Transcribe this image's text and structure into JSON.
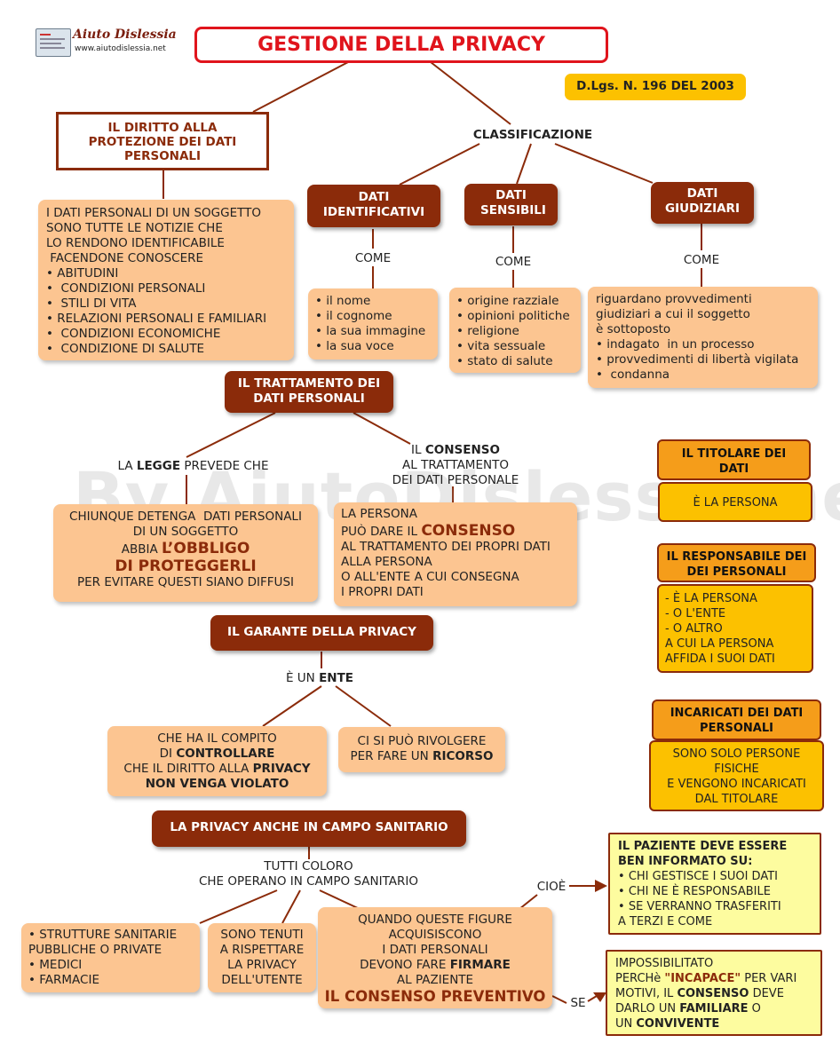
{
  "logo": {
    "brand": "Aiuto Dislessia",
    "url": "www.aiutodislessia.net"
  },
  "title": "GESTIONE DELLA PRIVACY",
  "law": "D.Lgs. N. 196 DEL 2003",
  "watermark": "By AiutoDislessia.net",
  "diritto": {
    "title": "IL DIRITTO ALLA PROTEZIONE DEI DATI PERSONALI",
    "intro": [
      "I DATI PERSONALI DI UN SOGGETTO",
      "SONO TUTTE LE NOTIZIE CHE",
      "LO RENDONO IDENTIFICABILE",
      " FACENDONE CONOSCERE"
    ],
    "items": [
      "ABITUDINI",
      " CONDIZIONI PERSONALI",
      " STILI DI VITA",
      "RELAZIONI PERSONALI E FAMILIARI",
      " CONDIZIONI ECONOMICHE",
      " CONDIZIONE DI SALUTE"
    ]
  },
  "classificazione": {
    "label": "CLASSIFICAZIONE",
    "categories": [
      {
        "title": "DATI IDENTIFICATIVI",
        "connector": "COME",
        "items": [
          "il nome",
          "il cognome",
          "la sua immagine",
          "la sua voce"
        ]
      },
      {
        "title": "DATI SENSIBILI",
        "connector": "COME",
        "items": [
          "origine razziale",
          "opinioni politiche",
          "religione",
          "vita sessuale",
          "stato di salute"
        ]
      },
      {
        "title": "DATI GIUDIZIARI",
        "connector": "COME",
        "intro": [
          "riguardano provvedimenti",
          "giudiziari a cui il soggetto",
          "è sottoposto"
        ],
        "items": [
          "indagato  in un processo",
          "provvedimenti di libertà vigilata",
          " condanna"
        ]
      }
    ]
  },
  "trattamento": {
    "title": "IL TRATTAMENTO DEI DATI PERSONALI",
    "legge_label": {
      "pre": "LA ",
      "bold": "LEGGE",
      "post": " PREVEDE CHE"
    },
    "consenso_label": {
      "pre": "IL ",
      "bold": "CONSENSO",
      "line2": "AL TRATTAMENTO",
      "line3": "DEI DATI PERSONALE"
    },
    "legge_box": {
      "line1": "CHIUNQUE DETENGA  DATI PERSONALI",
      "line2": "DI UN SOGGETTO",
      "line3_pre": "ABBIA ",
      "line3_big": "L’OBBLIGO",
      "line4_big": "DI PROTEGGERLI",
      "line5": "PER EVITARE QUESTI SIANO DIFFUSI"
    },
    "consenso_box": {
      "line1": "LA PERSONA",
      "line2_pre": "PUÒ DARE IL ",
      "line2_big": "CONSENSO",
      "line3": "AL TRATTAMENTO DEI PROPRI DATI",
      "line4": "ALLA PERSONA",
      "line5": "O ALL'ENTE A CUI CONSEGNA",
      "line6": "I PROPRI DATI"
    }
  },
  "garante": {
    "title": "IL GARANTE DELLA PRIVACY",
    "label": {
      "pre": "È UN ",
      "bold": "ENTE"
    },
    "left": {
      "l1": "CHE HA IL COMPITO",
      "l2_pre": "DI ",
      "l2_bold": "CONTROLLARE",
      "l3_pre": "CHE IL DIRITTO ALLA ",
      "l3_bold": "PRIVACY",
      "l4_bold": "NON VENGA VIOLATO"
    },
    "right": {
      "l1": "CI SI PUÒ RIVOLGERE",
      "l2_pre": "PER FARE UN ",
      "l2_bold": "RICORSO"
    }
  },
  "sanitario": {
    "title": "LA PRIVACY ANCHE IN CAMPO SANITARIO",
    "label": [
      "TUTTI COLORO",
      "CHE OPERANO IN CAMPO SANITARIO"
    ],
    "strutture": {
      "l1": "STRUTTURE SANITARIE",
      "l2": "PUBBLICHE O PRIVATE",
      "l3": "MEDICI",
      "l4": "FARMACIE"
    },
    "tenuti": [
      "SONO TENUTI",
      "A RISPETTARE",
      "LA PRIVACY",
      "DELL'UTENTE"
    ],
    "firme": {
      "l1": "QUANDO QUESTE FIGURE",
      "l2": "ACQUISISCONO",
      "l3": "I DATI PERSONALI",
      "l4_pre": "DEVONO FARE ",
      "l4_bold": "FIRMARE",
      "l5": "AL PAZIENTE",
      "l6_big": "IL CONSENSO PREVENTIVO"
    },
    "cioe": "CIOÈ",
    "se": "SE",
    "informato": {
      "title1": "IL PAZIENTE DEVE ESSERE",
      "title2": "BEN INFORMATO SU:",
      "items": [
        "CHI GESTISCE I SUOI DATI",
        "CHI NE È RESPONSABILE",
        "SE VERRANNO TRASFERITI"
      ],
      "tail": "A TERZI E COME"
    },
    "incapace": {
      "l1": "IMPOSSIBILITATO",
      "l2_pre": "PERCHè ",
      "l2_red": "\"INCAPACE\"",
      "l2_post": " PER VARI",
      "l3_pre": "MOTIVI, IL ",
      "l3_bold": "CONSENSO",
      "l3_post": " DEVE",
      "l4_pre": "DARLO UN ",
      "l4_bold": "FAMILIARE",
      "l4_post": " O",
      "l5_pre": "UN ",
      "l5_bold": "CONVIVENTE"
    }
  },
  "side": {
    "titolare": {
      "title": "IL TITOLARE DEI DATI",
      "body": "È LA PERSONA"
    },
    "responsabile": {
      "title": "IL RESPONSABILE DEI DEI PERSONALI",
      "lines": [
        "- È LA PERSONA",
        "- O L'ENTE",
        "- O ALTRO",
        "A CUI LA PERSONA",
        "AFFIDA I SUOI DATI"
      ]
    },
    "incaricati": {
      "title": "INCARICATI DEI DATI PERSONALI",
      "body": [
        "SONO SOLO PERSONE",
        "FISICHE",
        "E VENGONO INCARICATI",
        "DAL TITOLARE"
      ]
    }
  },
  "colors": {
    "brown": "#8b2b0a",
    "peach": "#fcc591",
    "orange": "#f59d1a",
    "yellow": "#fcc100",
    "cream": "#fdfc9f",
    "title_red": "#e0141c"
  }
}
